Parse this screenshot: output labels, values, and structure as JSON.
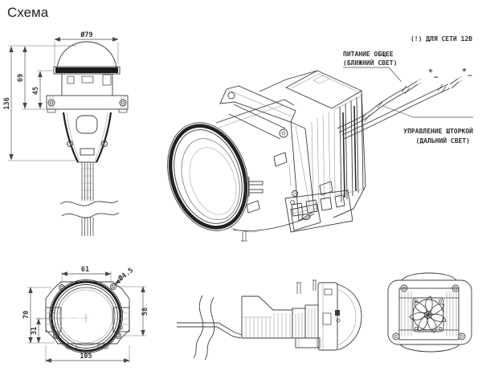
{
  "title": "Схема",
  "colors": {
    "background": "#ffffff",
    "line": "#3c3c3c",
    "dark_line": "#1b1b1b",
    "annotation_text": "#2d2d2d",
    "title_text": "#23232e"
  },
  "annotations": {
    "supply_note": "(!) ДЛЯ СЕТИ 12В",
    "power_common_line1": "ПИТАНИЕ ОБЩЕЕ",
    "power_common_line2": "(БЛИЖНИЙ СВЕТ)",
    "shutter_control_line1": "УПРАВЛЕНИЕ ШТОРКОЙ",
    "shutter_control_line2": "(ДАЛЬНИЙ СВЕТ)",
    "plus": "+",
    "minus": "−"
  },
  "dimensions": {
    "top_view": {
      "lens_diameter": "Ø79",
      "overall_height": "136",
      "body_height": "69",
      "upper_height": "45"
    },
    "front_view": {
      "top_hole_spacing": "61",
      "mount_hole_diameter": "Ø4.5",
      "overall_height": "70",
      "center_offset": "31",
      "side_hole_spacing": "58",
      "overall_width": "105"
    }
  }
}
